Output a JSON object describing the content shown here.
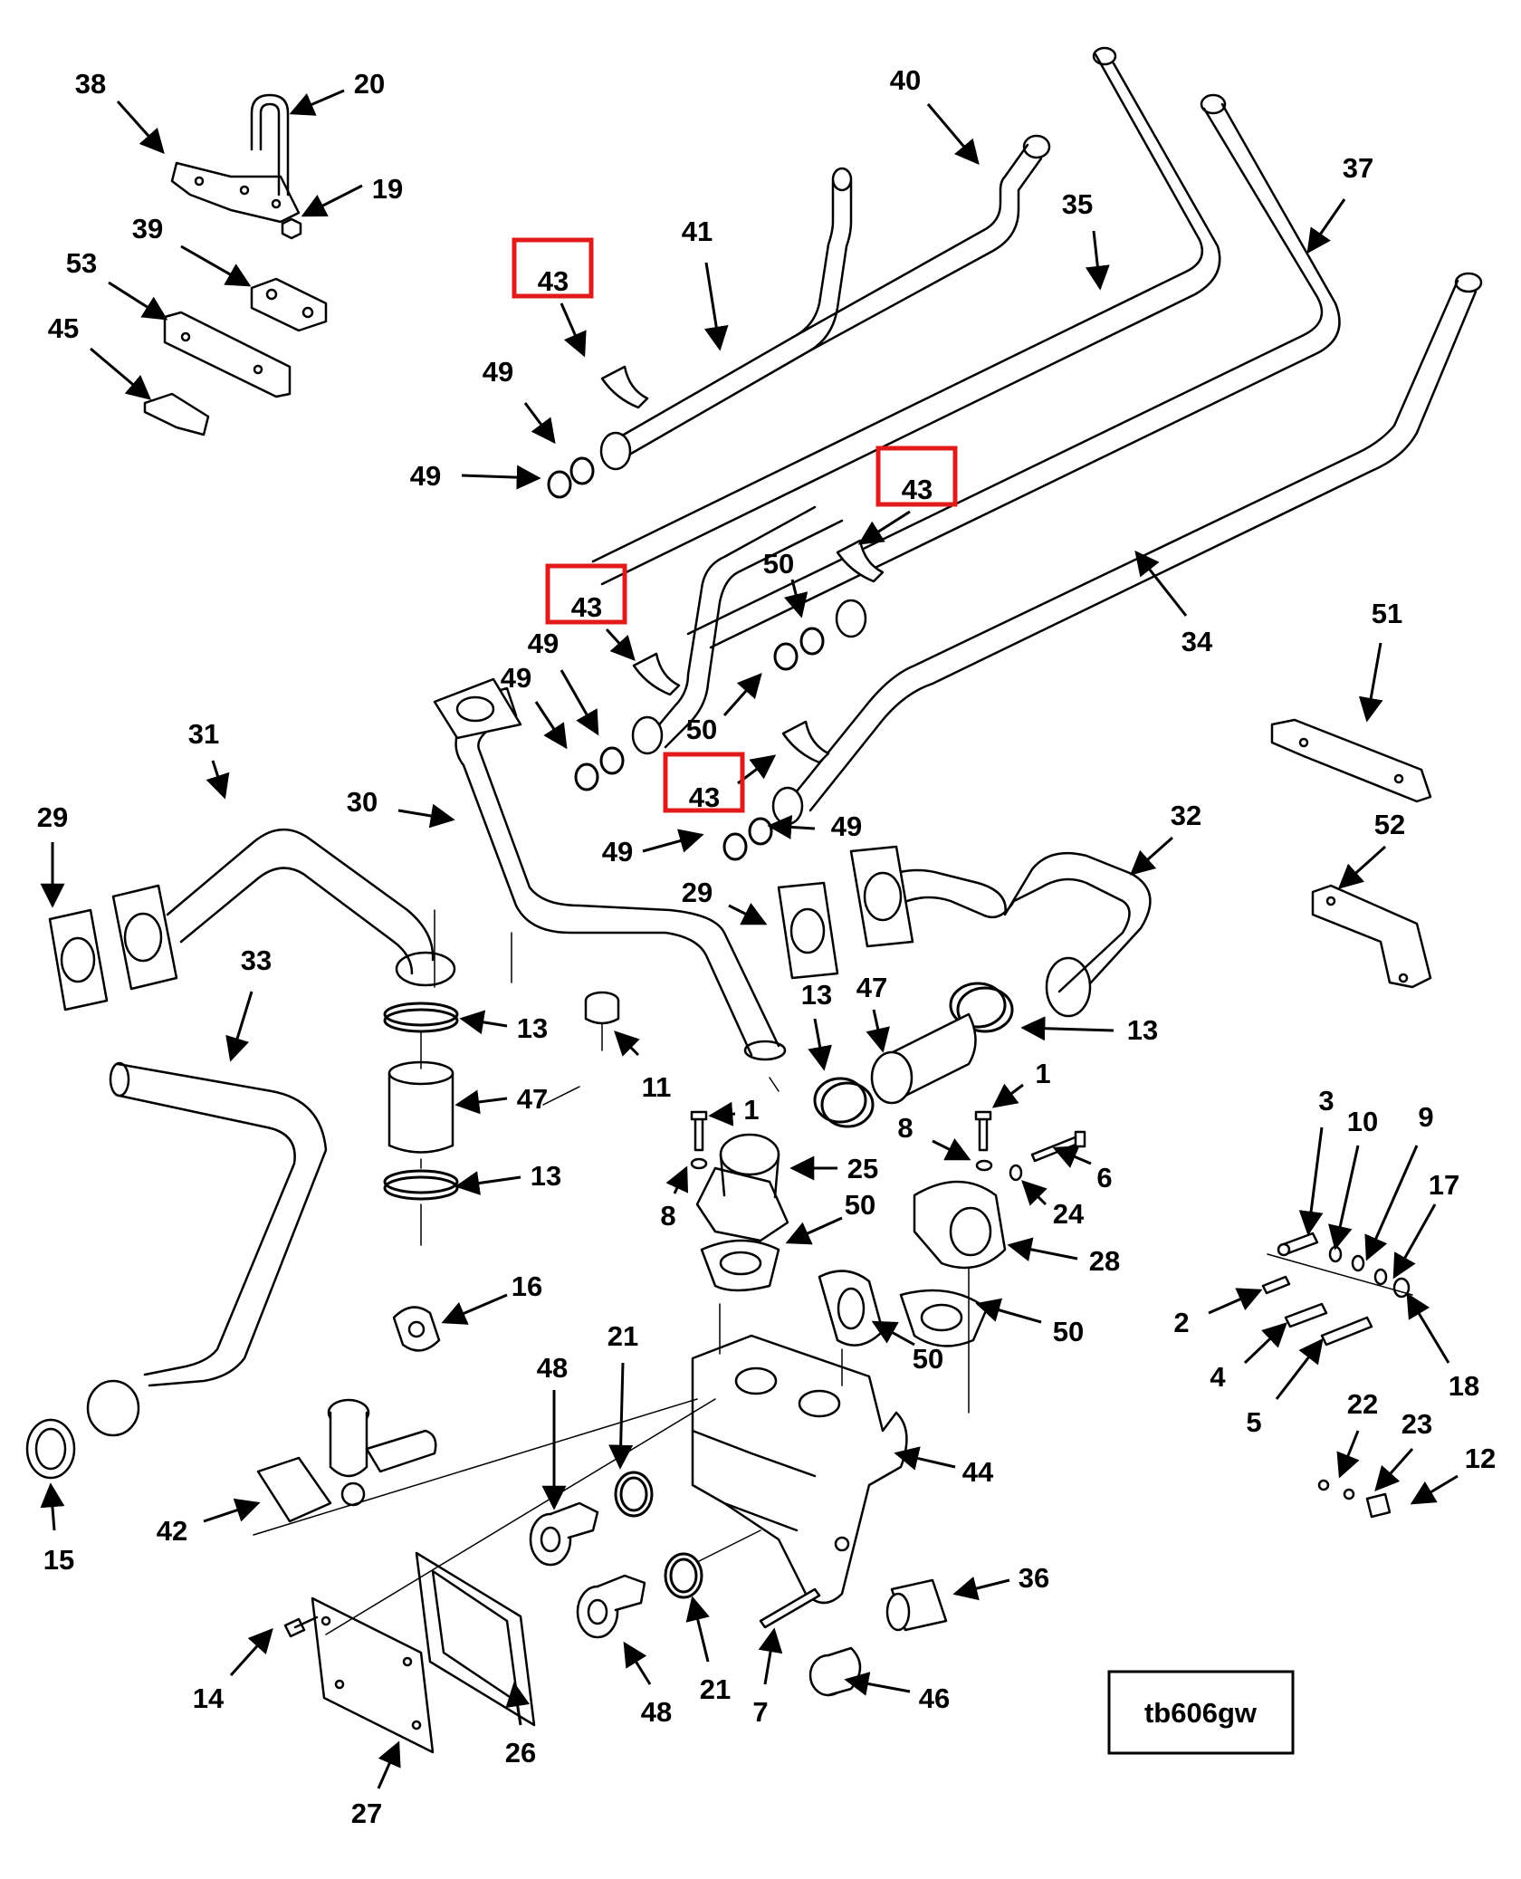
{
  "drawing_id": "tb606gw",
  "highlight_color": "#e11b1b",
  "callouts": [
    {
      "n": "38"
    },
    {
      "n": "20"
    },
    {
      "n": "19"
    },
    {
      "n": "39"
    },
    {
      "n": "53"
    },
    {
      "n": "45"
    },
    {
      "n": "40"
    },
    {
      "n": "41"
    },
    {
      "n": "35"
    },
    {
      "n": "37"
    },
    {
      "n": "43",
      "highlighted": true
    },
    {
      "n": "49"
    },
    {
      "n": "49"
    },
    {
      "n": "43",
      "highlighted": true
    },
    {
      "n": "50"
    },
    {
      "n": "34"
    },
    {
      "n": "43",
      "highlighted": true
    },
    {
      "n": "49"
    },
    {
      "n": "49"
    },
    {
      "n": "50"
    },
    {
      "n": "43",
      "highlighted": true
    },
    {
      "n": "49"
    },
    {
      "n": "49"
    },
    {
      "n": "51"
    },
    {
      "n": "52"
    },
    {
      "n": "31"
    },
    {
      "n": "29"
    },
    {
      "n": "30"
    },
    {
      "n": "32"
    },
    {
      "n": "29"
    },
    {
      "n": "33"
    },
    {
      "n": "13"
    },
    {
      "n": "47"
    },
    {
      "n": "13"
    },
    {
      "n": "47"
    },
    {
      "n": "13"
    },
    {
      "n": "13"
    },
    {
      "n": "11"
    },
    {
      "n": "1"
    },
    {
      "n": "1"
    },
    {
      "n": "8"
    },
    {
      "n": "6"
    },
    {
      "n": "25"
    },
    {
      "n": "8"
    },
    {
      "n": "24"
    },
    {
      "n": "50"
    },
    {
      "n": "28"
    },
    {
      "n": "16"
    },
    {
      "n": "50"
    },
    {
      "n": "50"
    },
    {
      "n": "3"
    },
    {
      "n": "10"
    },
    {
      "n": "9"
    },
    {
      "n": "17"
    },
    {
      "n": "2"
    },
    {
      "n": "18"
    },
    {
      "n": "4"
    },
    {
      "n": "5"
    },
    {
      "n": "22"
    },
    {
      "n": "23"
    },
    {
      "n": "12"
    },
    {
      "n": "48"
    },
    {
      "n": "21"
    },
    {
      "n": "44"
    },
    {
      "n": "42"
    },
    {
      "n": "15"
    },
    {
      "n": "36"
    },
    {
      "n": "14"
    },
    {
      "n": "48"
    },
    {
      "n": "21"
    },
    {
      "n": "7"
    },
    {
      "n": "46"
    },
    {
      "n": "26"
    },
    {
      "n": "27"
    }
  ]
}
